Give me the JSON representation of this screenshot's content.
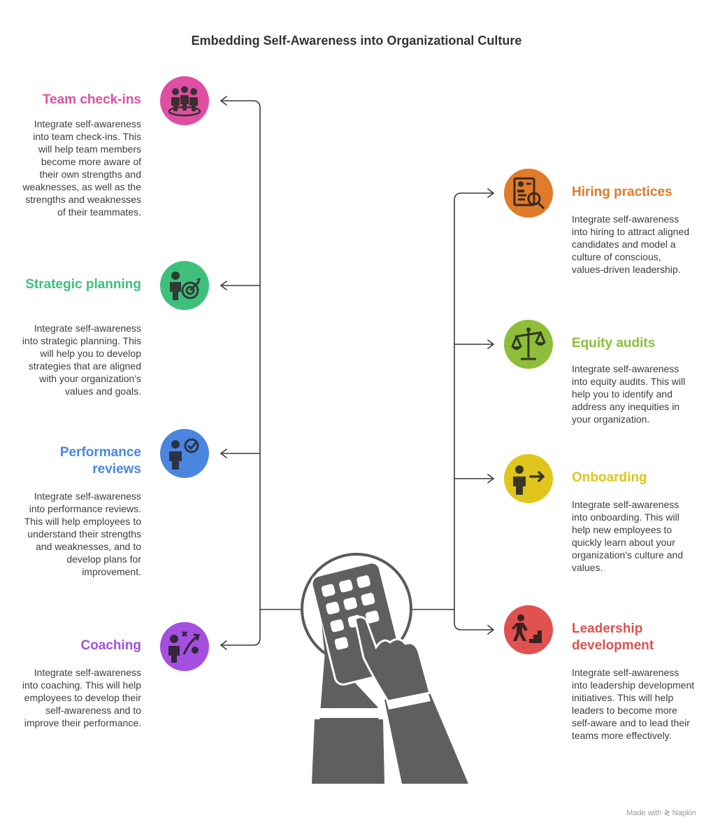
{
  "title": "Embedding Self-Awareness into Organizational Culture",
  "left_items": [
    {
      "heading": "Team check-ins",
      "color": "#de4fa4",
      "icon": "team-icon",
      "description": "Integrate self-awareness into team check-ins. This will help team members become more aware of their own strengths and weaknesses, as well as the strengths and weaknesses of their teammates."
    },
    {
      "heading": "Strategic planning",
      "color": "#3fbf7c",
      "icon": "target-person-icon",
      "description": "Integrate self-awareness into strategic planning. This will help you to develop strategies that are aligned with your organization's values and goals."
    },
    {
      "heading": "Performance reviews",
      "color": "#4a86e0",
      "icon": "person-check-icon",
      "description": "Integrate self-awareness into performance reviews. This will help employees to understand their strengths and weaknesses, and to develop plans for improvement."
    },
    {
      "heading": "Coaching",
      "color": "#a44fde",
      "icon": "coach-strategy-icon",
      "description": "Integrate self-awareness into coaching. This will help employees to develop their self-awareness and to improve their performance."
    }
  ],
  "right_items": [
    {
      "heading": "Hiring practices",
      "color": "#e07b2a",
      "icon": "resume-search-icon",
      "description": "Integrate self-awareness into hiring to attract aligned candidates and model a culture of conscious, values-driven leadership."
    },
    {
      "heading": "Equity audits",
      "color": "#8ebd3a",
      "icon": "scales-icon",
      "description": "Integrate self-awareness into equity audits. This will help you to identify and address any inequities in your organization."
    },
    {
      "heading": "Onboarding",
      "color": "#e0c51c",
      "icon": "person-arrow-icon",
      "description": "Integrate self-awareness into onboarding. This will help new employees to quickly learn about your organization's culture and values."
    },
    {
      "heading": "Leadership development",
      "color": "#e0514f",
      "icon": "climbing-stairs-icon",
      "description": "Integrate self-awareness into leadership development initiatives. This will help leaders to become more self-aware and to lead their teams more effectively."
    }
  ],
  "footer": "Made with ≷ Napkin"
}
